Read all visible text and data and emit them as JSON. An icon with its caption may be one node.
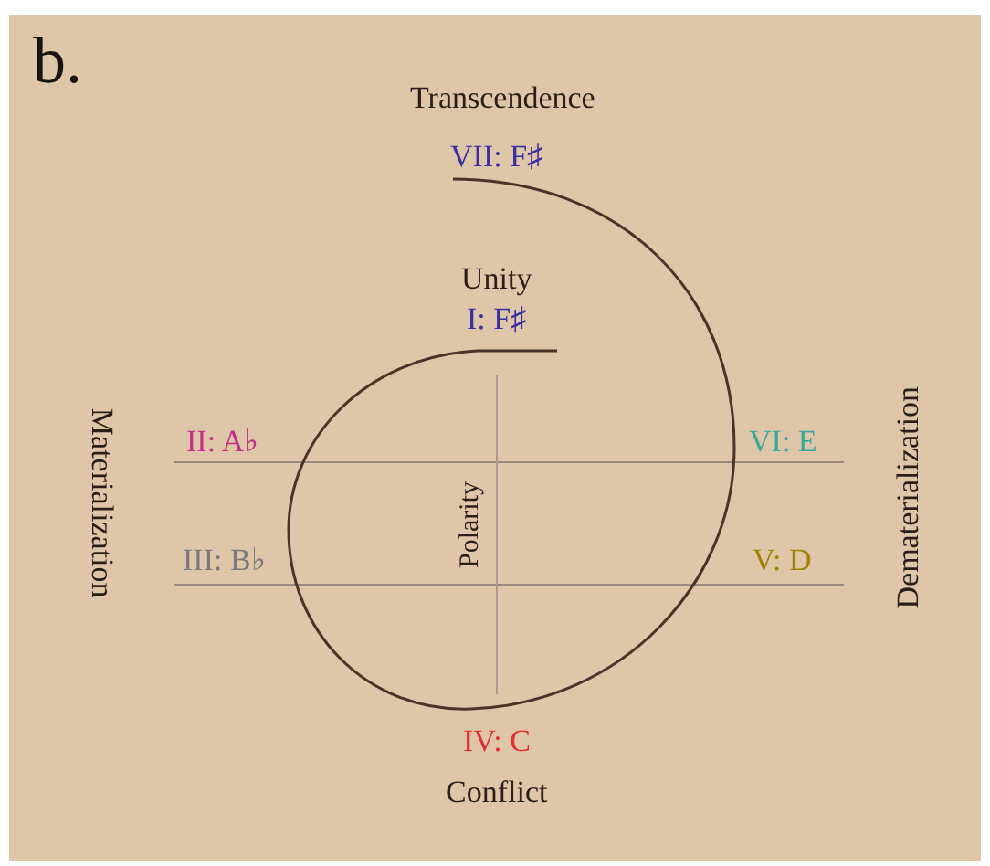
{
  "diagram": {
    "labels": [
      "b.",
      "Transcendence",
      "VII: F♯",
      "Unity",
      "I: F♯",
      "Materialization",
      "II: A♭",
      "VI: E",
      "Dematerialization",
      "III: B♭",
      "Polarity",
      "V: D",
      "IV: C",
      "Conflict"
    ]
  }
}
